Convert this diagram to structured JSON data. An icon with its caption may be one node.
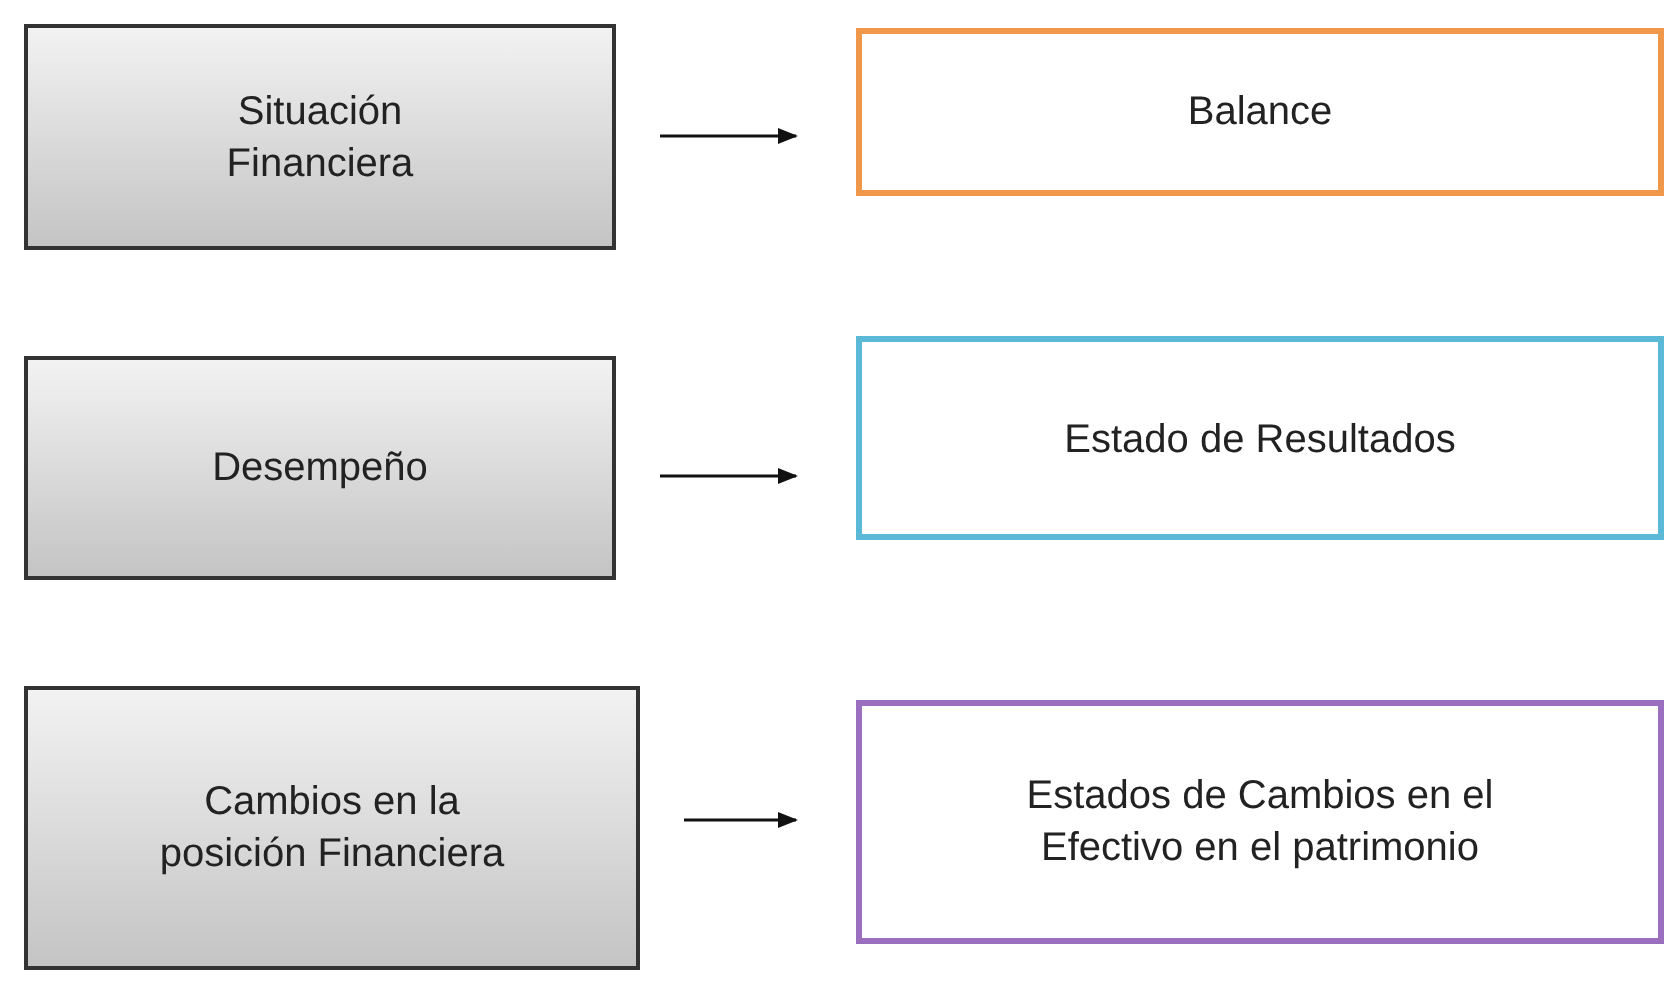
{
  "diagram": {
    "nodes": [
      {
        "text": [
          "Situación Financiera"
        ]
      },
      {
        "text": [
          "Balance"
        ]
      },
      {
        "text": [
          "Desempeño"
        ]
      },
      {
        "text": [
          "Estado de Resultados"
        ]
      },
      {
        "text": [
          "Cambios en la posición Financiera"
        ]
      },
      {
        "text": [
          "Estados de Cambios en el Efectivo en el patrimonio"
        ]
      }
    ],
    "edges": [
      {
        "from": 0,
        "to": 1,
        "arrow": "to"
      },
      {
        "from": 2,
        "to": 3,
        "arrow": "to"
      },
      {
        "from": 4,
        "to": 5,
        "arrow": "to"
      }
    ]
  }
}
